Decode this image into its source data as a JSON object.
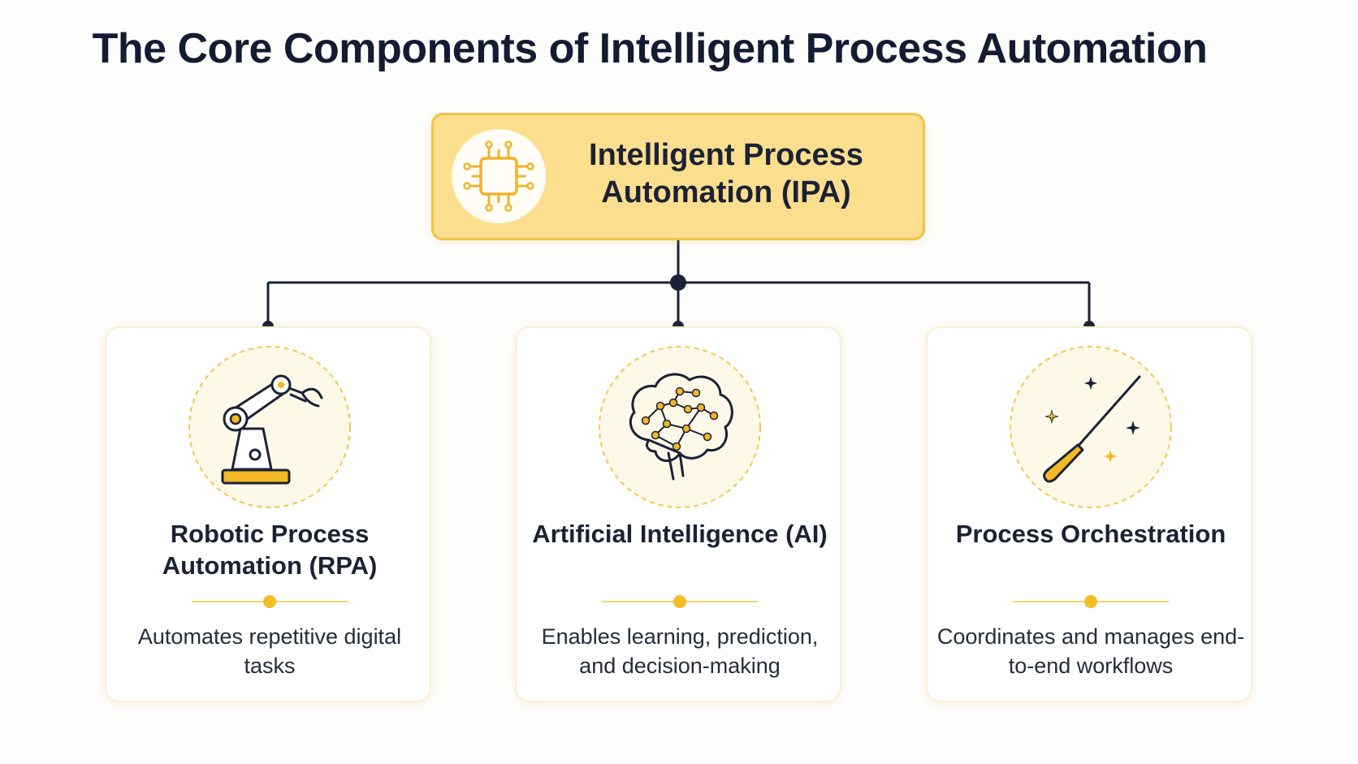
{
  "title": "The Core Components of Intelligent Process Automation",
  "root": {
    "label": "Intelligent Process Automation (IPA)",
    "icon": "cpu-chip-icon"
  },
  "components": [
    {
      "title": "Robotic Process Automation (RPA)",
      "description": "Automates repetitive digital tasks",
      "icon": "robotic-arm-icon"
    },
    {
      "title": "Artificial Intelligence (AI)",
      "description": "Enables learning, prediction, and decision-making",
      "icon": "brain-network-icon"
    },
    {
      "title": "Process Orchestration",
      "description": "Coordinates and manages end-to-end workflows",
      "icon": "conductor-baton-icon"
    }
  ],
  "colors": {
    "accent": "#f3be27",
    "root_fill": "#fbdf8e",
    "text_dark": "#1b2236",
    "connector": "#1b2236"
  }
}
